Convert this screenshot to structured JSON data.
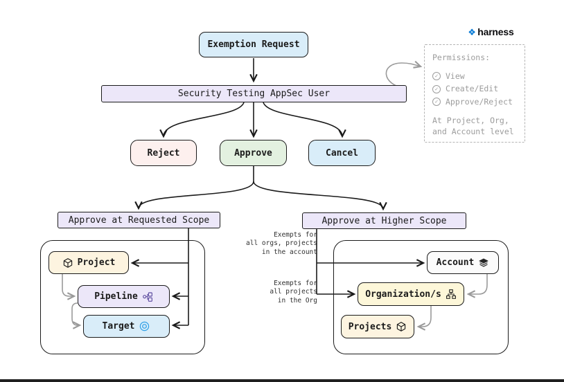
{
  "logo": {
    "brand": "harness"
  },
  "colors": {
    "ink": "#1a1a1a",
    "lavender": "#ece7f9",
    "blue_node": "#d9edf9",
    "green_node": "#e3f1e0",
    "pink_node": "#fdf0ee",
    "cream_node": "#fdf4e0",
    "yellow_node": "#fdf7d9",
    "gray_line": "#9a9a9a",
    "brand_blue": "#0278d5",
    "target_icon_blue": "#2e9fe6"
  },
  "flow": {
    "exemption_request": "Exemption Request",
    "appsec_user": "Security Testing AppSec User",
    "reject": "Reject",
    "approve": "Approve",
    "cancel": "Cancel"
  },
  "requested_scope": {
    "title": "Approve at Requested Scope",
    "project": "Project",
    "pipeline": "Pipeline",
    "target": "Target"
  },
  "higher_scope": {
    "title": "Approve at Higher Scope",
    "account": "Account",
    "organizations": "Organization/s",
    "projects": "Projects",
    "account_note": "Exempts for\nall orgs, projects\nin the account",
    "org_note": "Exempts for\nall projects\nin the Org"
  },
  "permissions": {
    "title": "Permissions:",
    "items": [
      "View",
      "Create/Edit",
      "Approve/Reject"
    ],
    "footer": "At Project, Org,\nand Account level"
  },
  "icons": {
    "project": "cube-icon",
    "pipeline": "pipeline-icon",
    "target": "target-icon",
    "account": "layers-icon",
    "organizations": "org-chart-icon",
    "logo": "harness-diamond-icon",
    "permission_check": "check-circle-icon"
  }
}
